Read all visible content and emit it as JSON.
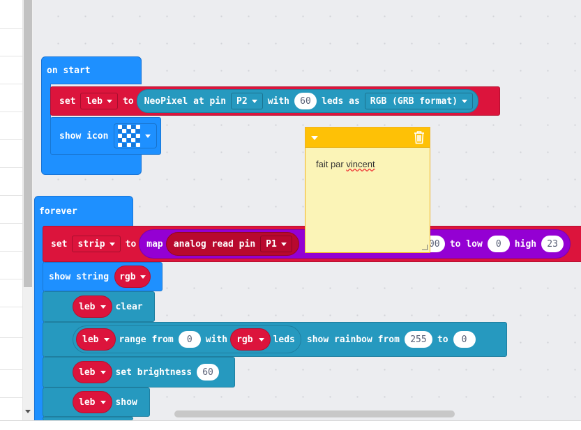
{
  "colors": {
    "event_blue": "#1e90ff",
    "variable_red": "#dc143c",
    "neopixel_teal": "#2699bf",
    "math_purple": "#9400d3",
    "pin_darkred": "#b8092e",
    "comment_yellow": "#fec106"
  },
  "on_start": {
    "label": "on start",
    "set_block": {
      "set": "set",
      "var": "leb",
      "to": "to",
      "neopixel": "NeoPixel at pin",
      "pin": "P2",
      "with": "with",
      "leds_count": "60",
      "leds_as": "leds as",
      "format": "RGB (GRB format)"
    },
    "show_icon": {
      "label": "show icon",
      "icon": "checkerboard-icon"
    }
  },
  "forever": {
    "label": "forever",
    "set_block": {
      "set": "set",
      "var": "strip",
      "to": "to",
      "map": "map",
      "analog": "analog read pin",
      "pin": "P1",
      "from_high": "200",
      "to_low": "to low",
      "low_value": "0",
      "high": "high",
      "high_value": "23"
    },
    "show_string": {
      "label": "show string",
      "var": "rgb"
    },
    "clear": {
      "var": "leb",
      "label": "clear"
    },
    "range": {
      "var": "leb",
      "range_from": "range from",
      "from_value": "0",
      "with": "with",
      "rgb_var": "rgb",
      "leds": "leds",
      "show_rainbow": "show rainbow from",
      "rainbow_from": "255",
      "to": "to",
      "rainbow_to": "0"
    },
    "brightness": {
      "var": "leb",
      "label": "set brightness",
      "value": "60"
    },
    "show": {
      "var": "leb",
      "label": "show"
    }
  },
  "comment": {
    "text_before": "fait par ",
    "text_underlined": "vincent"
  }
}
